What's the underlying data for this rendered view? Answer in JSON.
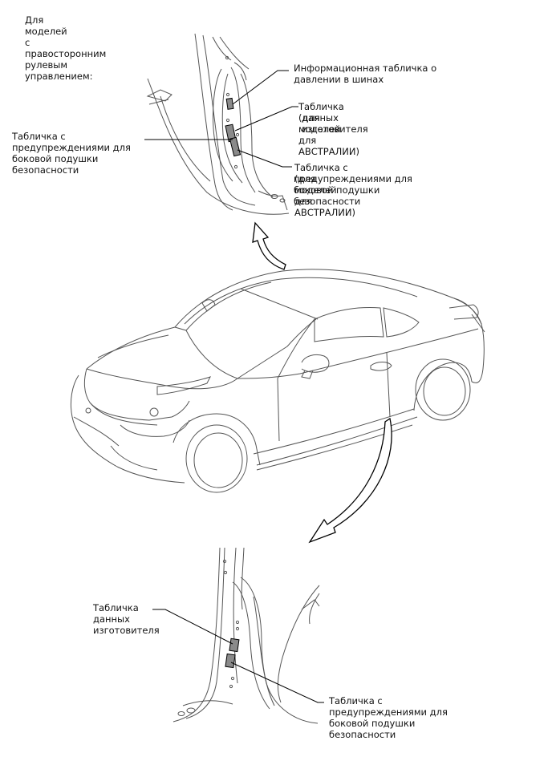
{
  "labels": {
    "rhd_note": "Для\nмоделей\nс\nправосторонним\nрулевым\nуправлением:",
    "tire_pressure": "Информационная табличка о\nдавлении в шинах",
    "manufacturer_top": "Табличка\n(для\nмоделей\nдля\nАВСТРАЛИИ)",
    "manufacturer_top_overlap": "данных\nизготовителя",
    "airbag_left_top": "Табличка с\nпредупреждениями для\nбоковой подушки\nбезопасности",
    "airbag_right_top": "Табличка с\n(для\nмоделей\nдля\nАВСТРАЛИИ)",
    "airbag_right_top_overlap": "предупреждениями для\nбоковой подушки\nбезопасности",
    "manufacturer_bottom": "Табличка\nданных\nизготовителя",
    "airbag_bottom": "Табличка с\nпредупреждениями для\nбоковой подушки\nбезопасности"
  }
}
